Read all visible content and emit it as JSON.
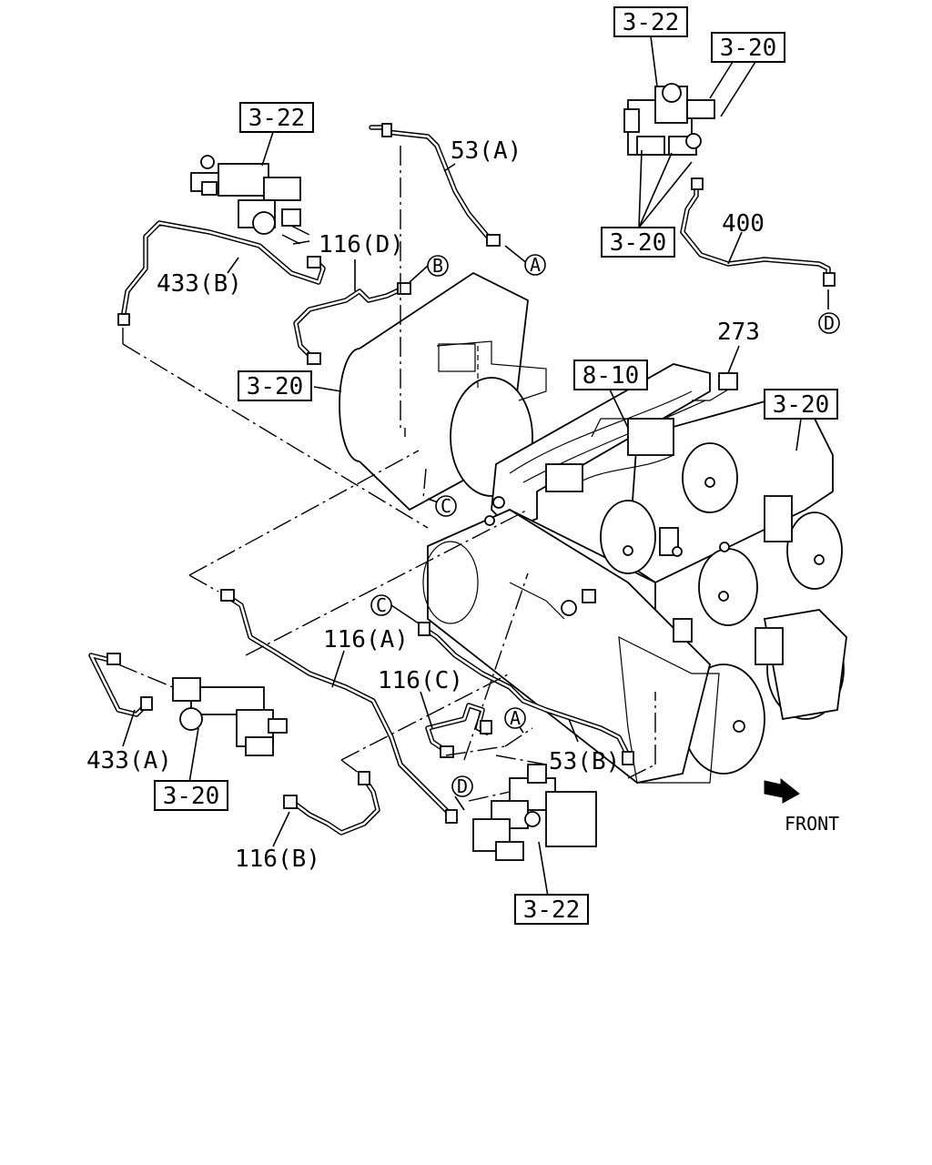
{
  "refs": {
    "r322_top_right": "3-22",
    "r320_top_right": "3-20",
    "r322_top_left": "3-22",
    "r320_mid_left": "3-20",
    "r320_top_right_lower": "3-20",
    "r810": "8-10",
    "r320_right": "3-20",
    "r320_bottom_left": "3-20",
    "r322_bottom": "3-22"
  },
  "parts": {
    "p53a": "53(A)",
    "p116d": "116(D)",
    "p433b": "433(B)",
    "p400": "400",
    "p273": "273",
    "p116a": "116(A)",
    "p116c": "116(C)",
    "p53b": "53(B)",
    "p433a": "433(A)",
    "p116b": "116(B)"
  },
  "markers": {
    "A": "A",
    "B": "B",
    "C": "C",
    "D": "D"
  },
  "direction": {
    "front": "FRONT"
  }
}
